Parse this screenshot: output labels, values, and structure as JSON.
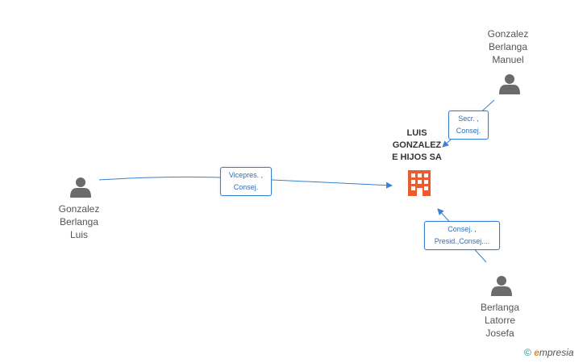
{
  "company": {
    "name_lines": [
      "LUIS",
      "GONZALEZ",
      "E HIJOS SA"
    ],
    "icon": "building-icon",
    "color": "#ea5b2d"
  },
  "persons": [
    {
      "name_lines": [
        "Gonzalez",
        "Berlanga",
        "Manuel"
      ],
      "icon": "person-icon"
    },
    {
      "name_lines": [
        "Gonzalez",
        "Berlanga",
        "Luis"
      ],
      "icon": "person-icon"
    },
    {
      "name_lines": [
        "Berlanga",
        "Latorre",
        "Josefa"
      ],
      "icon": "person-icon"
    }
  ],
  "relations": [
    {
      "from": "Gonzalez Berlanga Manuel",
      "to": "LUIS GONZALEZ E HIJOS SA",
      "role_lines": [
        "Secr. ,",
        "Consej."
      ]
    },
    {
      "from": "Gonzalez Berlanga Luis",
      "to": "LUIS GONZALEZ E HIJOS SA",
      "role_lines": [
        "Vicepres. ,",
        "Consej."
      ]
    },
    {
      "from": "Berlanga Latorre Josefa",
      "to": "LUIS GONZALEZ E HIJOS SA",
      "role_lines": [
        "Consej. ,",
        "Presid.,Consej...."
      ]
    }
  ],
  "footer": {
    "copyright_symbol": "©",
    "brand_initial": "e",
    "brand_rest": "mpresia"
  },
  "colors": {
    "edge": "#3b7fd0",
    "person_icon": "#6b6b6b",
    "company_icon": "#ea5b2d"
  }
}
